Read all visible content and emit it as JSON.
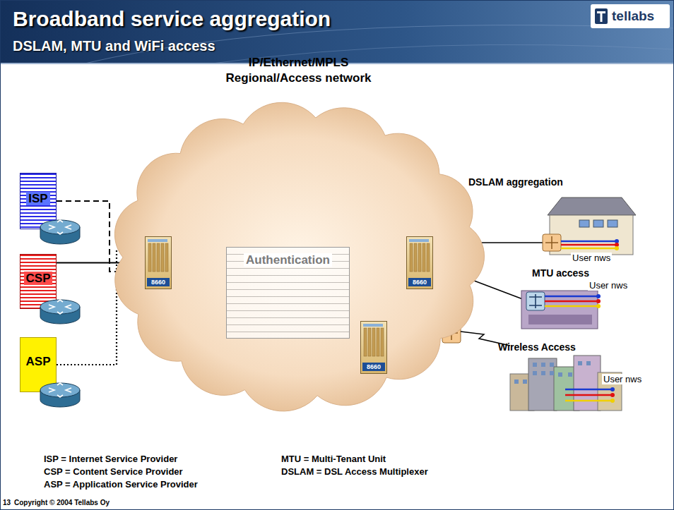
{
  "diagram": {
    "title": "Broadband service aggregation",
    "nodes": [
      {
        "text": [
          "ISP"
        ]
      },
      {
        "text": [
          "CSP"
        ]
      },
      {
        "text": [
          "ASP"
        ]
      },
      {
        "text": [
          "IP/Ethernet/MPLS Regional/Access network"
        ]
      },
      {
        "text": [
          "Authentication"
        ],
        "in": 3
      },
      {
        "text": [
          "8660"
        ],
        "in": 3
      },
      {
        "text": [
          "8660"
        ],
        "in": 3
      },
      {
        "text": [
          "8660"
        ],
        "in": 3
      }
    ],
    "edges": [
      {
        "from": 0,
        "to": 6,
        "arrow": "none"
      },
      {
        "from": 6,
        "to": 7,
        "arrow": "none"
      },
      {
        "from": 1,
        "to": 5,
        "arrow": "none"
      },
      {
        "from": 2,
        "to": 5,
        "arrow": "none"
      },
      {
        "from": 5,
        "to": 6,
        "arrow": "none"
      },
      {
        "from": 5,
        "to": 7,
        "arrow": "none"
      }
    ],
    "labels": [
      "DSLAM, MTU and WiFi access",
      "tellabs",
      "DSLAM aggregation",
      "User nws",
      "MTU access",
      "User nws",
      "Wireless Access",
      "User nws",
      "ISP = Internet Service Provider",
      "CSP = Content Service Provider",
      "ASP = Application Service Provider",
      "MTU = Multi-Tenant Unit",
      "DSLAM = DSL Access Multiplexer",
      "13",
      "Copyright © 2004 Tellabs Oy"
    ]
  }
}
